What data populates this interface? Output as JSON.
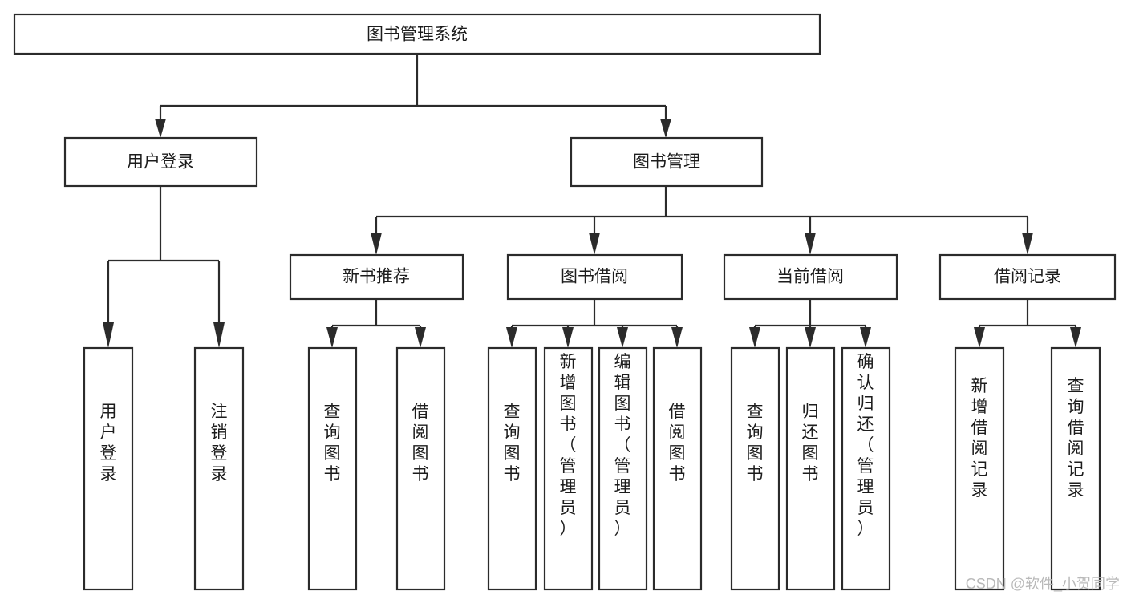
{
  "diagram": {
    "title": "图书管理系统",
    "type": "hierarchy-tree",
    "orientation": "top-down",
    "colors": {
      "box_fill": "#ffffff",
      "box_stroke": "#2b2b2b",
      "text": "#1c1c1c",
      "background": "#ffffff",
      "watermark": "#b9b9b9"
    },
    "levels": [
      {
        "level": 1,
        "nodes": [
          {
            "id": "root",
            "label": "图书管理系统",
            "text_orientation": "horizontal"
          }
        ]
      },
      {
        "level": 2,
        "nodes": [
          {
            "id": "login",
            "label": "用户登录",
            "text_orientation": "horizontal",
            "parent": "root"
          },
          {
            "id": "bookmgmt",
            "label": "图书管理",
            "text_orientation": "horizontal",
            "parent": "root"
          }
        ]
      },
      {
        "level": 3,
        "nodes": [
          {
            "id": "newbook",
            "label": "新书推荐",
            "text_orientation": "horizontal",
            "parent": "bookmgmt"
          },
          {
            "id": "borrow",
            "label": "图书借阅",
            "text_orientation": "horizontal",
            "parent": "bookmgmt"
          },
          {
            "id": "current",
            "label": "当前借阅",
            "text_orientation": "horizontal",
            "parent": "bookmgmt"
          },
          {
            "id": "records",
            "label": "借阅记录",
            "text_orientation": "horizontal",
            "parent": "bookmgmt"
          }
        ]
      },
      {
        "level": 4,
        "nodes": [
          {
            "id": "leaf1",
            "label": "用户登录",
            "text_orientation": "vertical",
            "parent": "login"
          },
          {
            "id": "leaf2",
            "label": "注销登录",
            "text_orientation": "vertical",
            "parent": "login"
          },
          {
            "id": "leaf3",
            "label": "查询图书",
            "text_orientation": "vertical",
            "parent": "newbook"
          },
          {
            "id": "leaf4",
            "label": "借阅图书",
            "text_orientation": "vertical",
            "parent": "newbook"
          },
          {
            "id": "leaf5",
            "label": "查询图书",
            "text_orientation": "vertical",
            "parent": "borrow"
          },
          {
            "id": "leaf6",
            "label": "新增图书（管理员）",
            "text_orientation": "vertical",
            "parent": "borrow"
          },
          {
            "id": "leaf7",
            "label": "编辑图书（管理员）",
            "text_orientation": "vertical",
            "parent": "borrow"
          },
          {
            "id": "leaf8",
            "label": "借阅图书",
            "text_orientation": "vertical",
            "parent": "borrow"
          },
          {
            "id": "leaf9",
            "label": "查询图书",
            "text_orientation": "vertical",
            "parent": "current"
          },
          {
            "id": "leaf10",
            "label": "归还图书",
            "text_orientation": "vertical",
            "parent": "current"
          },
          {
            "id": "leaf11",
            "label": "确认归还（管理员）",
            "text_orientation": "vertical",
            "parent": "current"
          },
          {
            "id": "leaf12",
            "label": "新增借阅记录",
            "text_orientation": "vertical",
            "parent": "records"
          },
          {
            "id": "leaf13",
            "label": "查询借阅记录",
            "text_orientation": "vertical",
            "parent": "records"
          }
        ]
      }
    ]
  },
  "watermark": {
    "text": "CSDN @软件_小贺同学"
  }
}
